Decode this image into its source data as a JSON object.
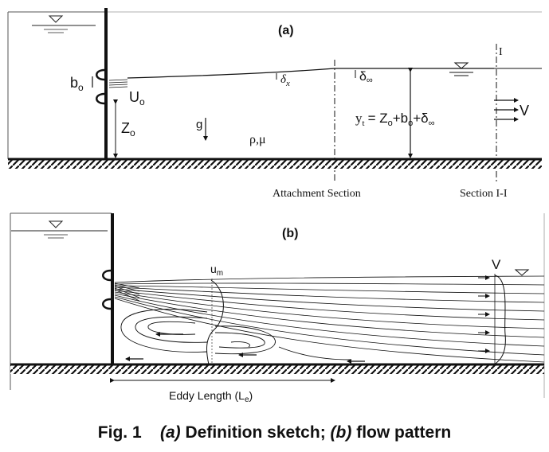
{
  "panel_a": {
    "label": "(a)",
    "b0": "b",
    "b0_sub": "o",
    "u0": "U",
    "u0_sub": "o",
    "z0": "Z",
    "z0_sub": "o",
    "g": "g",
    "rho_mu": "ρ,μ",
    "delta_x": "δ",
    "delta_x_sub": "x",
    "delta_inf": "δ",
    "delta_inf_sub": "∞",
    "yt_eq_lhs": "y",
    "yt_eq_lhs_sub": "t",
    "yt_eq_rhs": "= Z",
    "yt_eq_o1": "o",
    "yt_eq_plus_b": "+b",
    "yt_eq_o2": "o",
    "yt_eq_plus_d": "+δ",
    "yt_eq_inf": "∞",
    "v": "V",
    "attachment_section": "Attachment Section",
    "section_ii": "Section I-I",
    "section_i_mark": "I"
  },
  "panel_b": {
    "label": "(b)",
    "um": "u",
    "um_sub": "m",
    "v": "V",
    "eddy_length": "Eddy Length (L",
    "eddy_length_sub": "e",
    "eddy_length_close": ")"
  },
  "caption": {
    "fig": "Fig. 1",
    "a": "(a)",
    "a_text": "Definition sketch;",
    "b": "(b)",
    "b_text": "flow pattern"
  }
}
